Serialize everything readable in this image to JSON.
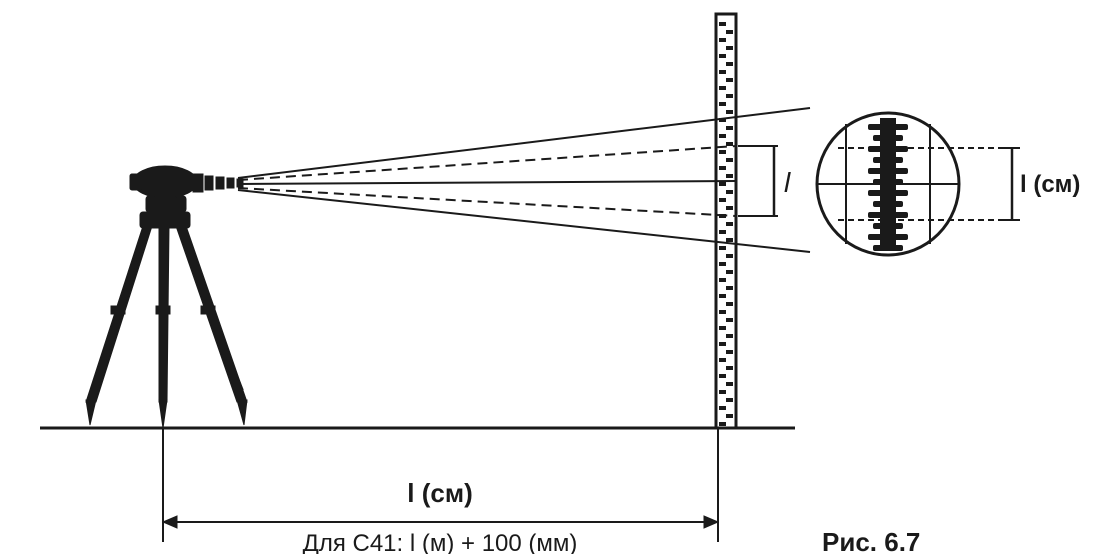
{
  "labels": {
    "rod_interval": "l",
    "reticle_interval": "l (см)",
    "distance_main": "l (см)",
    "distance_formula": "Для С41: l (м) + 100 (мм)",
    "figure_caption": "Рис. 6.7"
  },
  "colors": {
    "ink": "#1a1a1a",
    "background": "#ffffff"
  }
}
